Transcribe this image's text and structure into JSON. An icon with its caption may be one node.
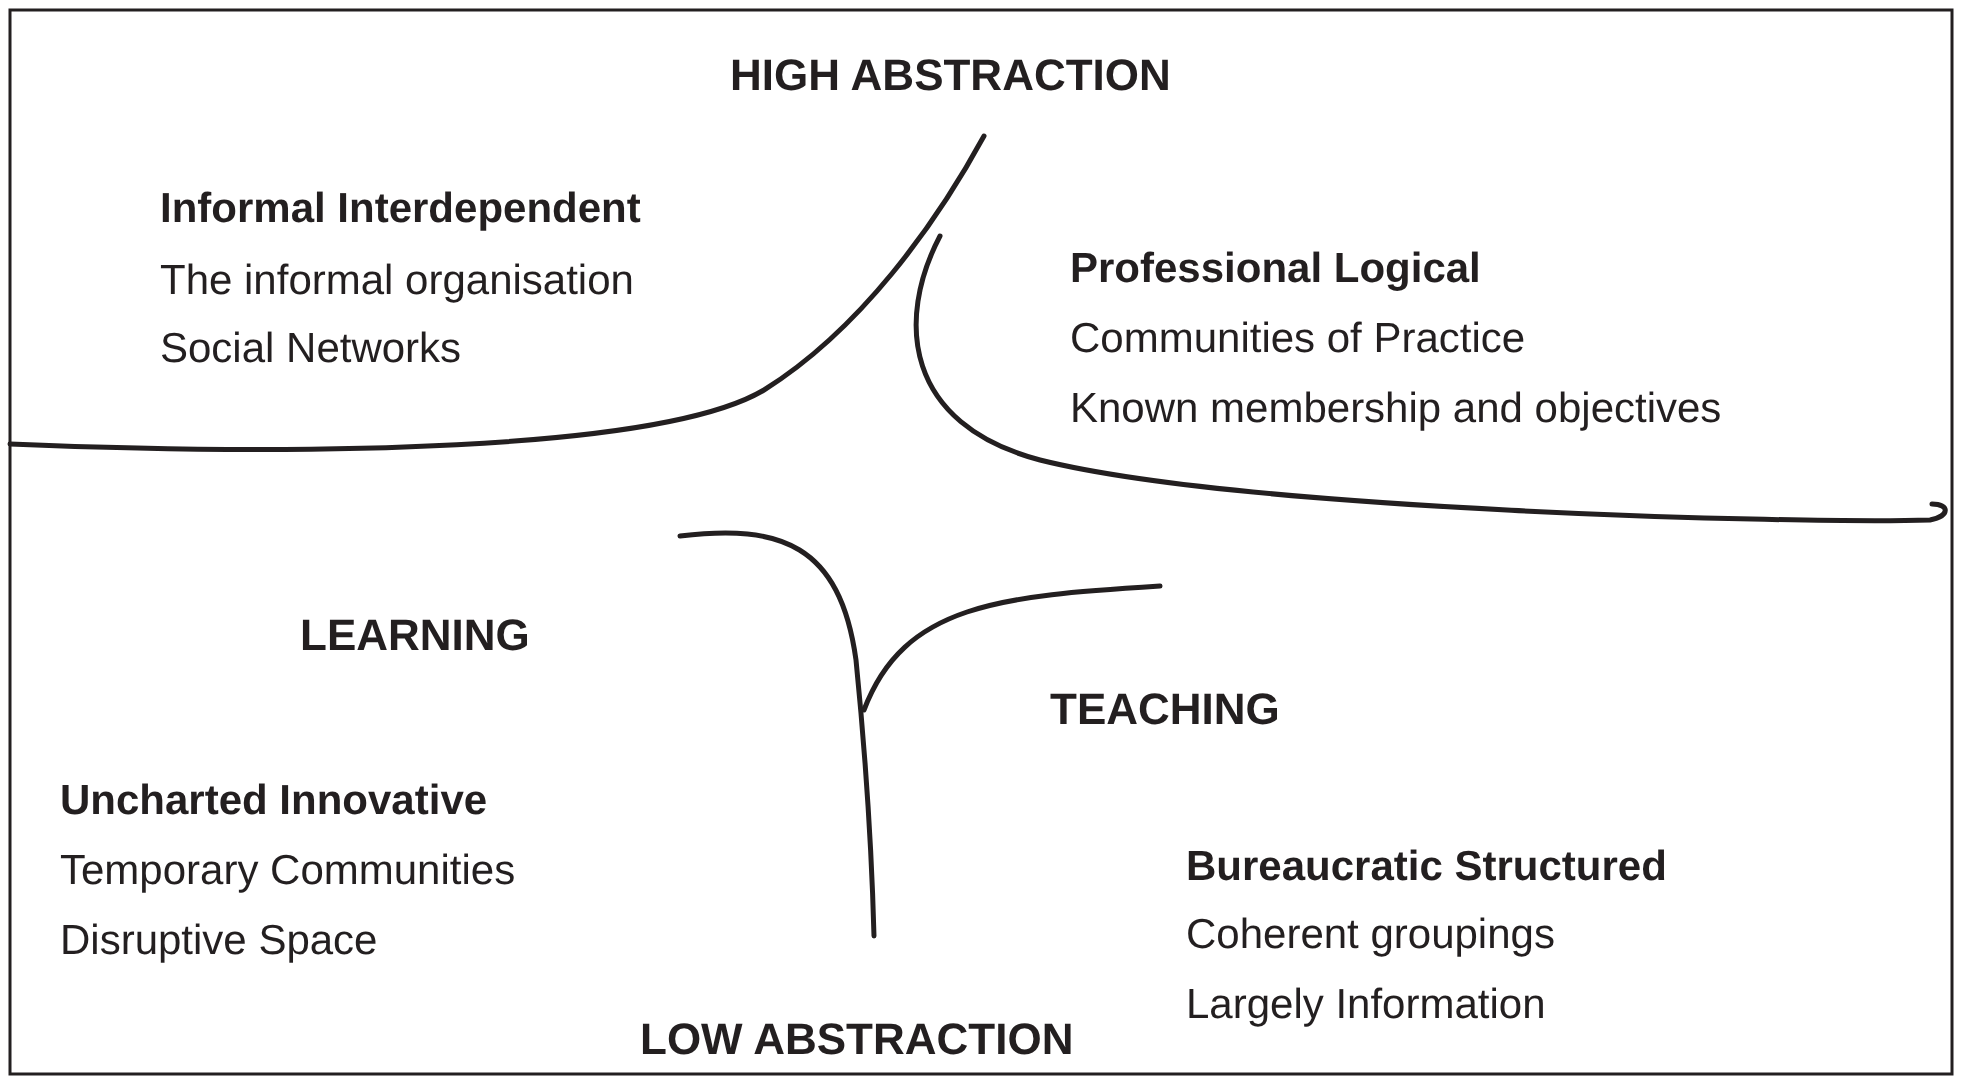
{
  "diagram": {
    "labels": [
      "HIGH ABSTRACTION",
      "Informal Interdependent",
      "The informal organisation",
      "Social Networks",
      "Professional Logical",
      "Communities of Practice",
      "Known membership and objectives",
      "LEARNING",
      "TEACHING",
      "Uncharted Innovative",
      "Temporary Communities",
      "Disruptive Space",
      "Bureaucratic Structured",
      "Coherent groupings",
      "Largely Information",
      "LOW ABSTRACTION"
    ]
  }
}
